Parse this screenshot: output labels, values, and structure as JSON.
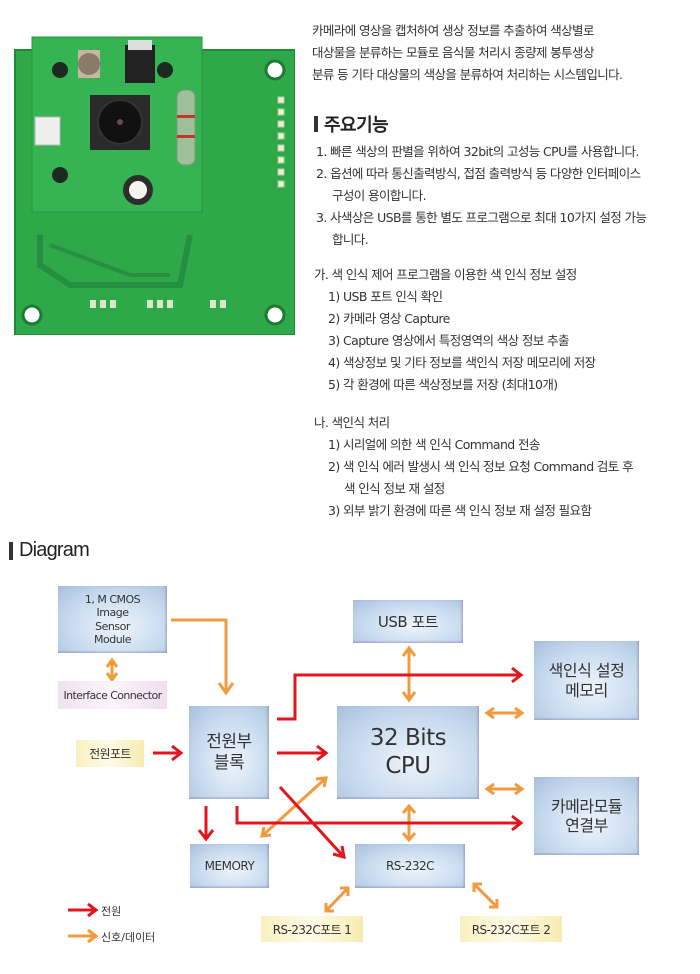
{
  "intro": {
    "lines": [
      "카메라에 영상을 캡처하여 생상 정보를 추출하여 색상별로",
      "대상물을 분류하는 모듈로 음식물 처리시 종량제 봉투생상",
      "분류 등 기타 대상물의 색상을 분류하여 처리하는 시스템입니다."
    ]
  },
  "features": {
    "title": "주요기능",
    "items": [
      "1. 빠른 색상의 판별을 위하여 32bit의 고성능 CPU를 사용합니다.",
      "2. 옵션에 따라 통신출력방식, 접점 출력방식 등 다양한 인터페이스",
      "   구성이 용이합니다.",
      "3. 사색상은 USB를 통한 별도 프로그램으로 최대 10가지 설정 가능",
      "   합니다."
    ]
  },
  "section_ga": {
    "title": "가. 색 인식 제어 프로그램을 이용한 색 인식 정보 설정",
    "items": [
      "1) USB 포트 인식 확인",
      "2) 카메라 영상 Capture",
      "3) Capture 영상에서 특정영역의 색상 정보 추출",
      "4) 색상정보 및 기타 정보를 색인식 저장 메모리에 저장",
      "5) 각 환경에 따른 색상정보를 저장 (최대10개)"
    ]
  },
  "section_na": {
    "title": "나. 색인식 처리",
    "items": [
      "1) 시리얼에 의한 색 인식 Command 전송",
      "2) 색 인식 에러 발생시 색 인식 정보 요청 Command 검토 후",
      "   색 인식 정보 재 설정",
      "3) 외부 밝기 환경에 따른 색 인식 정보 재 설정 필요함"
    ]
  },
  "diagram": {
    "title": "Diagram",
    "colors": {
      "power": "#e3141c",
      "signal": "#f19a3e"
    },
    "boxes": {
      "cmos": [
        "1, M CMOS",
        "Image",
        "Sensor",
        "Module"
      ],
      "interface": "Interface Connector",
      "power_port": "전원포트",
      "power_block": [
        "전원부",
        "블록"
      ],
      "usb": "USB 포트",
      "cpu": [
        "32 Bits",
        "CPU"
      ],
      "color_memory": [
        "색인식 설정",
        "메모리"
      ],
      "camera": [
        "카메라모듈",
        "연결부"
      ],
      "memory": "MEMORY",
      "rs232": "RS-232C",
      "rs232_port1": "RS-232C포트 1",
      "rs232_port2": "RS-232C포트 2"
    },
    "legend": {
      "power": "전원",
      "signal": "신호/데이터"
    }
  },
  "photo": {
    "alt": "PCB camera color sensor module"
  }
}
